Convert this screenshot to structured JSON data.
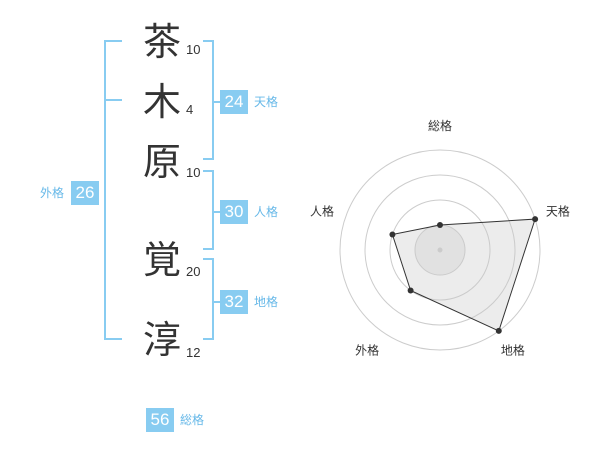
{
  "name_chars": [
    {
      "char": "茶",
      "strokes": "10"
    },
    {
      "char": "木",
      "strokes": "4"
    },
    {
      "char": "原",
      "strokes": "10"
    },
    {
      "char": "覚",
      "strokes": "20"
    },
    {
      "char": "淳",
      "strokes": "12"
    }
  ],
  "fortunes": {
    "tenkaku": {
      "label": "天格",
      "value": "24"
    },
    "jinkaku": {
      "label": "人格",
      "value": "30"
    },
    "chikaku": {
      "label": "地格",
      "value": "32"
    },
    "gaikaku": {
      "label": "外格",
      "value": "26"
    },
    "soukaku": {
      "label": "総格",
      "value": "56"
    }
  },
  "colors": {
    "bracket": "#88ccf1",
    "badge": "#88ccf1",
    "label": "#66b8e8"
  },
  "chart_data": {
    "type": "radar",
    "axes": [
      "総格",
      "天格",
      "地格",
      "外格",
      "人格"
    ],
    "scale_rings": 4,
    "values": [
      1,
      4,
      4,
      2,
      2
    ],
    "max": 4
  }
}
